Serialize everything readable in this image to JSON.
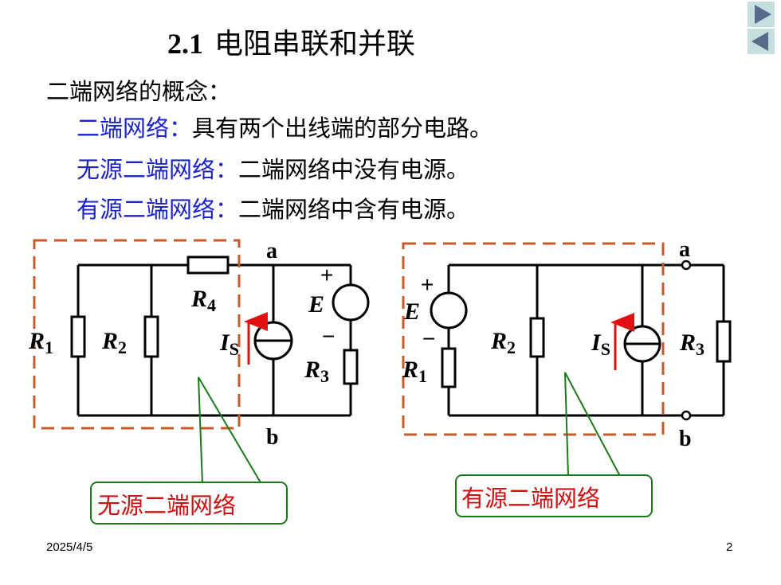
{
  "title": {
    "number": "2.1",
    "text": "电阻串联和并联"
  },
  "heading": "二端网络的概念：",
  "definitions": [
    {
      "term": "二端网络：",
      "desc": "具有两个出线端的部分电路。"
    },
    {
      "term": "无源二端网络：",
      "desc": "二端网络中没有电源。"
    },
    {
      "term": "有源二端网络：",
      "desc": "二端网络中含有电源。"
    }
  ],
  "circuit_left": {
    "labels": {
      "r1": "R",
      "r1_sub": "1",
      "r2": "R",
      "r2_sub": "2",
      "r3": "R",
      "r3_sub": "3",
      "r4": "R",
      "r4_sub": "4",
      "is": "I",
      "is_sub": "S",
      "e": "E",
      "plus": "+",
      "minus": "−",
      "node_a": "a",
      "node_b": "b"
    },
    "callout": "无源二端网络"
  },
  "circuit_right": {
    "labels": {
      "r1": "R",
      "r1_sub": "1",
      "r2": "R",
      "r2_sub": "2",
      "r3": "R",
      "r3_sub": "3",
      "is": "I",
      "is_sub": "S",
      "e": "E",
      "plus": "+",
      "minus": "−",
      "node_a": "a",
      "node_b": "b"
    },
    "callout": "有源二端网络"
  },
  "colors": {
    "term": "#1a23c8",
    "dashed_box": "#c85a2a",
    "callout_border": "#1a7a1a",
    "callout_text": "#d01010",
    "arrow": "#e01010"
  },
  "footer": {
    "date": "2025/4/5",
    "page": "2"
  },
  "nav": {
    "next_icon": "triangle-right-icon",
    "prev_icon": "triangle-left-icon"
  }
}
